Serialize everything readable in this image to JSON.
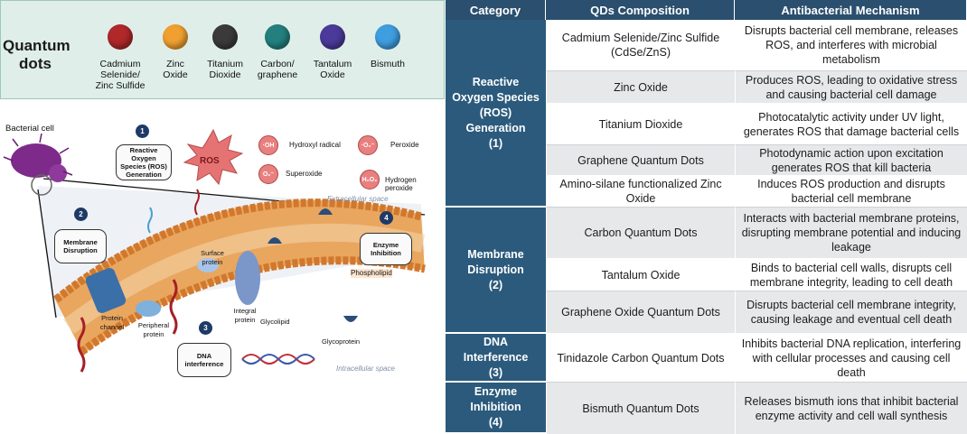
{
  "figure": {
    "title": "Quantum dots",
    "qds": [
      {
        "label": "Cadmium Selenide/ Zinc Sulfide",
        "color": "#b0282a"
      },
      {
        "label": "Zinc Oxide",
        "color": "#f0a030"
      },
      {
        "label": "Titanium Dioxide",
        "color": "#3a3a3a"
      },
      {
        "label": "Carbon/ graphene",
        "color": "#23807e"
      },
      {
        "label": "Tantalum Oxide",
        "color": "#4b3a9a"
      },
      {
        "label": "Bismuth",
        "color": "#3f9ee0"
      }
    ],
    "bacterial_cell": "Bacterial cell",
    "ros_box": "Reactive Oxygen Species (ROS) Generation",
    "ros_burst": "ROS",
    "radicals": [
      {
        "symbol": "·OH",
        "label": "Hydroxyl radical"
      },
      {
        "symbol": "·O₂⁻",
        "label": "Peroxide"
      },
      {
        "symbol": "O₂⁻",
        "label": "Superoxide"
      },
      {
        "symbol": "H₂O₂",
        "label": "Hydrogen peroxide"
      }
    ],
    "extracellular": "Extracellular space",
    "intracellular": "Intracellular space",
    "membrane_box": "Membrane Disruption",
    "enzyme_box": "Enzyme Inhibition",
    "dna_box": "DNA interference",
    "numbers": [
      "1",
      "2",
      "3",
      "4"
    ],
    "labels": {
      "surface_protein": "Surface protein",
      "phospholipid": "Phospholipid",
      "protein_channel": "Protein channel",
      "peripheral_protein": "Peripheral protein",
      "integral_protein": "Integral protein",
      "glycolipid": "Glycolipid",
      "glycoprotein": "Glycoprotein"
    }
  },
  "table": {
    "headers": [
      "Category",
      "QDs Composition",
      "Antibacterial Mechanism"
    ],
    "categories": [
      {
        "lines": [
          "Reactive",
          "Oxygen Species",
          "(ROS)",
          "Generation",
          "(1)"
        ]
      },
      {
        "lines": [
          "Membrane",
          "Disruption",
          "(2)"
        ]
      },
      {
        "lines": [
          "DNA",
          "Interference",
          "(3)"
        ]
      },
      {
        "lines": [
          "Enzyme",
          "Inhibition",
          "(4)"
        ]
      }
    ],
    "rows": [
      {
        "composition": "Cadmium Selenide/Zinc Sulfide (CdSe/ZnS)",
        "mechanism": "Disrupts bacterial cell membrane, releases ROS, and interferes with microbial metabolism"
      },
      {
        "composition": "Zinc Oxide",
        "mechanism": "Produces ROS, leading to oxidative stress and causing bacterial cell damage"
      },
      {
        "composition": "Titanium Dioxide",
        "mechanism": "Photocatalytic activity under UV light, generates ROS that damage bacterial cells"
      },
      {
        "composition": "Graphene Quantum Dots",
        "mechanism": "Photodynamic action upon excitation generates ROS that kill bacteria"
      },
      {
        "composition": "Amino-silane functionalized Zinc Oxide",
        "mechanism": "Induces ROS production and disrupts bacterial cell membrane"
      },
      {
        "composition": "Carbon Quantum Dots",
        "mechanism": "Interacts with bacterial membrane proteins, disrupting membrane potential and inducing leakage"
      },
      {
        "composition": "Tantalum Oxide",
        "mechanism": "Binds to bacterial cell walls, disrupts cell membrane integrity, leading to cell death"
      },
      {
        "composition": "Graphene Oxide Quantum Dots",
        "mechanism": "Disrupts bacterial cell membrane integrity, causing leakage and eventual cell death"
      },
      {
        "composition": "Tinidazole Carbon Quantum Dots",
        "mechanism": "Inhibits bacterial DNA replication, interfering with cellular processes and causing cell death"
      },
      {
        "composition": "Bismuth Quantum Dots",
        "mechanism": "Releases bismuth ions that inhibit bacterial enzyme activity and cell wall synthesis"
      }
    ]
  }
}
